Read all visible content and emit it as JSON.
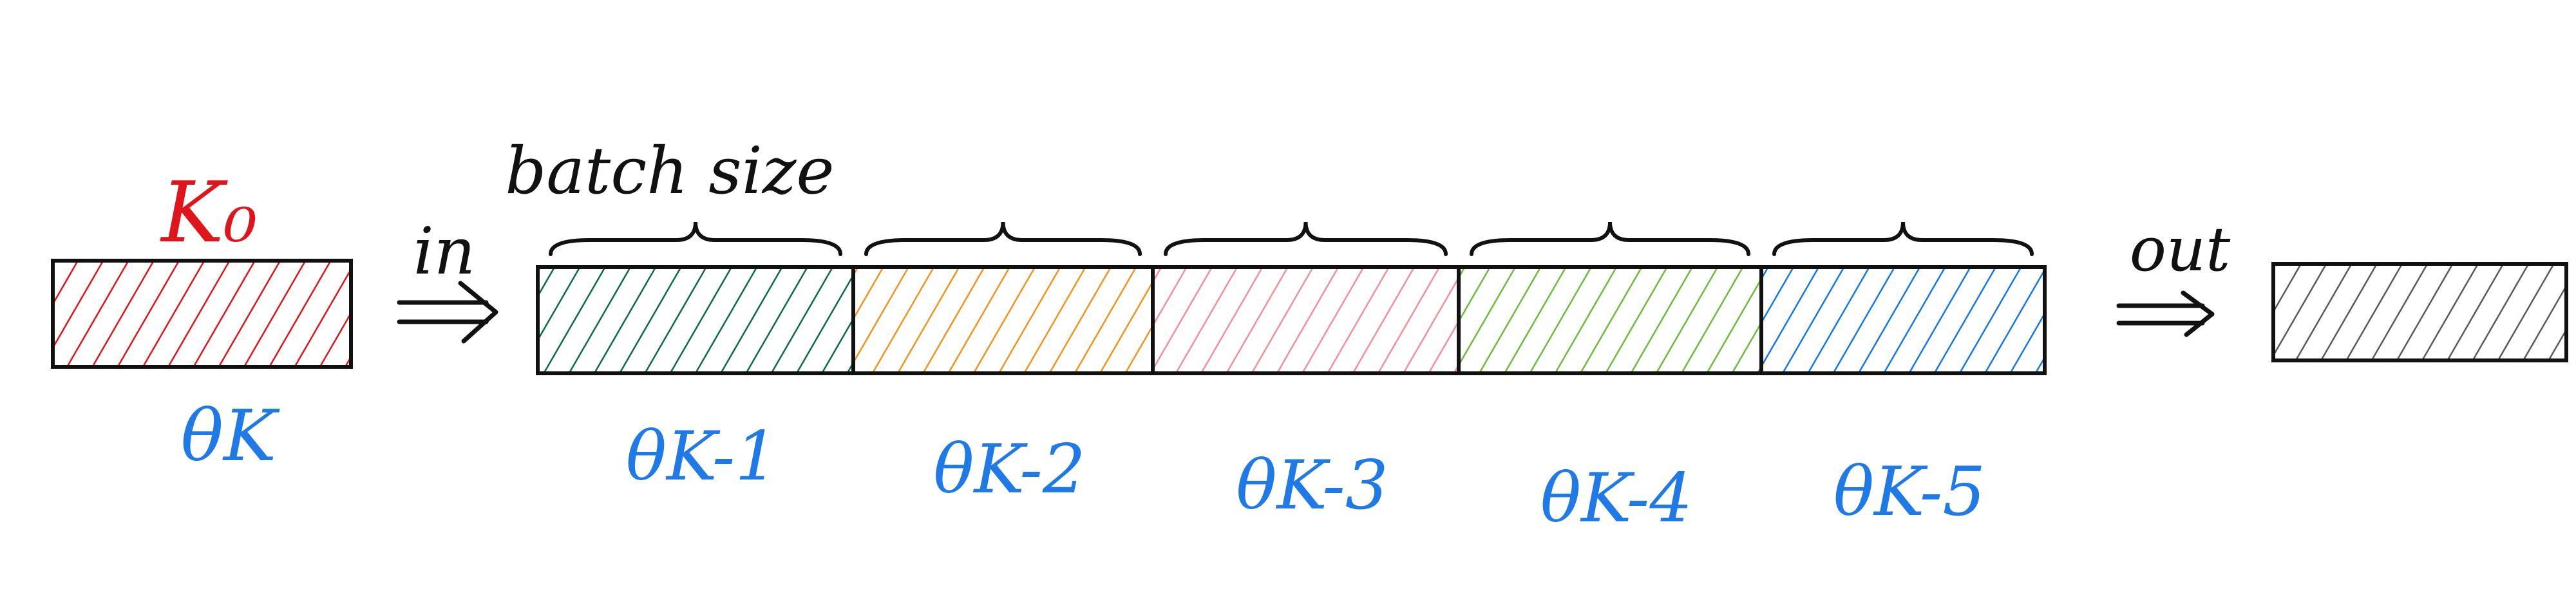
{
  "input_block": {
    "top_label": "K₀",
    "bottom_label": "θK",
    "hatch_color": "#e0141b"
  },
  "in_arrow": {
    "label": "in"
  },
  "batch_label": "batch size",
  "queue": {
    "segments": [
      {
        "label": "θK-1",
        "color": "#0c6b4a"
      },
      {
        "label": "θK-2",
        "color": "#f0941e"
      },
      {
        "label": "θK-3",
        "color": "#f48f9a"
      },
      {
        "label": "θK-4",
        "color": "#6cbb3c"
      },
      {
        "label": "θK-5",
        "color": "#1578e8"
      }
    ]
  },
  "out_arrow": {
    "label": "out"
  },
  "output_block": {
    "hatch_color": "#5a5a5a"
  },
  "colors": {
    "label_blue": "#1f7ae8",
    "ink": "#111111",
    "red": "#e0141b"
  }
}
